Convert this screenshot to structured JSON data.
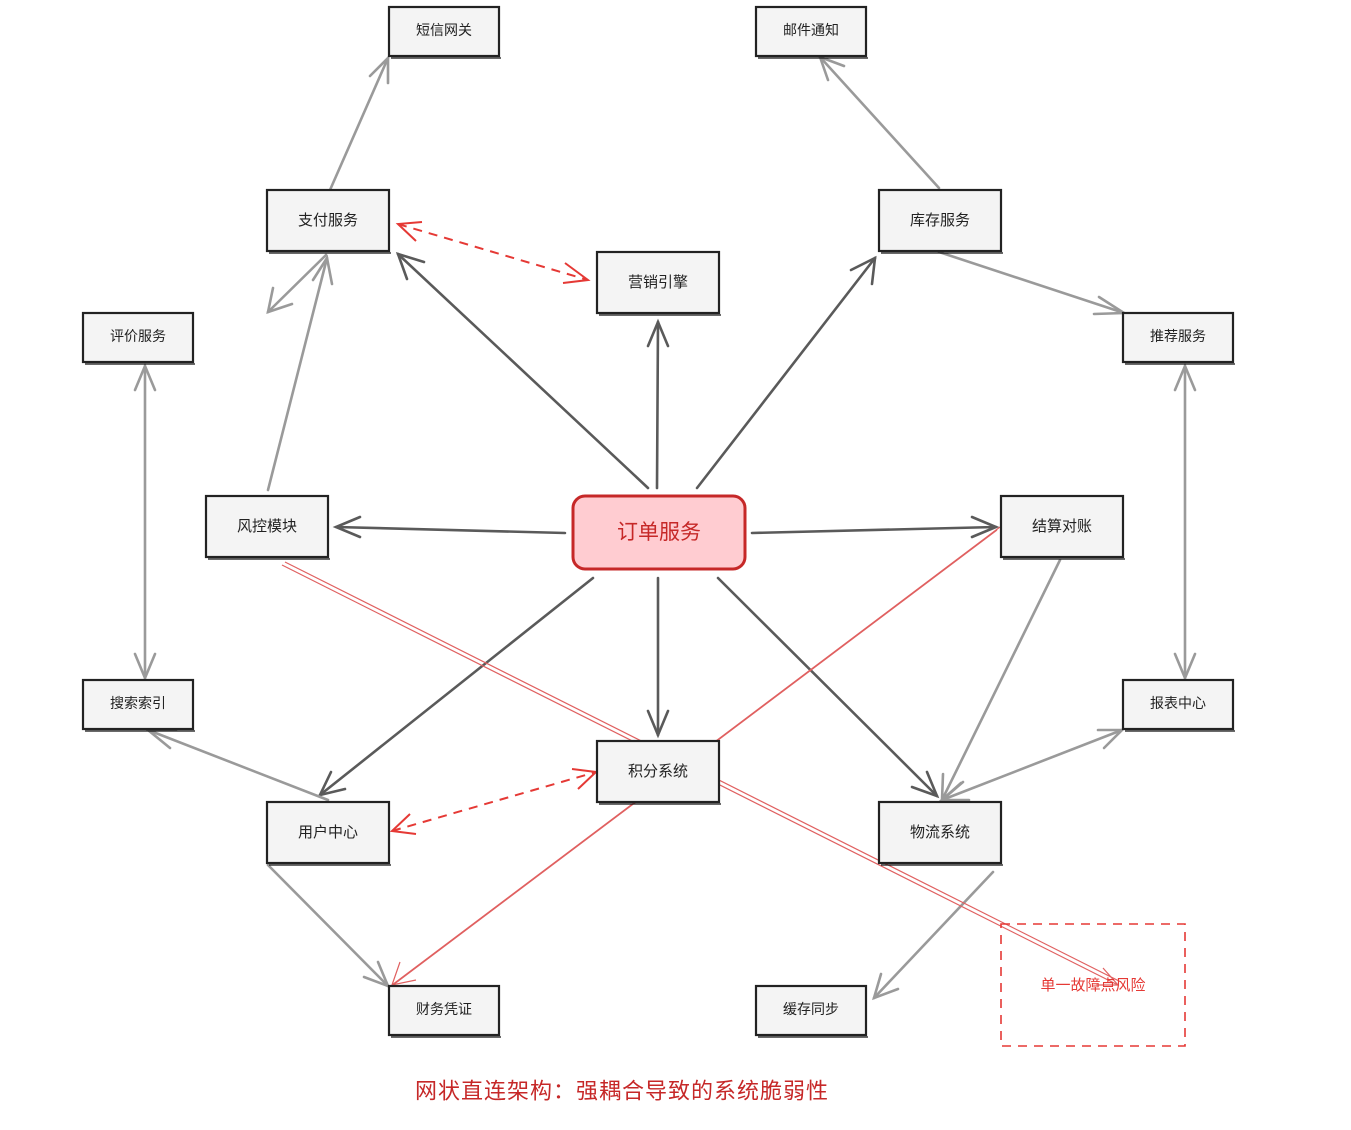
{
  "center": {
    "label": "订单服务"
  },
  "nodes": {
    "payment": "支付服务",
    "marketing": "营销引擎",
    "inventory": "库存服务",
    "risk_control": "风控模块",
    "settlement": "结算对账",
    "user_center": "用户中心",
    "points": "积分系统",
    "logistics": "物流系统",
    "sms_gateway": "短信网关",
    "email": "邮件通知",
    "review": "评价服务",
    "recommend": "推荐服务",
    "search": "搜索索引",
    "report": "报表中心",
    "voucher": "财务凭证",
    "cache": "缓存同步"
  },
  "risk_note": "单一故障点风险",
  "caption": "网状直连架构：强耦合导致的系统脆弱性",
  "colors": {
    "center_fill": "#ffccd1",
    "center_stroke": "#c62828",
    "accent_red": "#e53935",
    "edge_dark": "#5a5a5a",
    "edge_light": "#9a9a9a"
  }
}
